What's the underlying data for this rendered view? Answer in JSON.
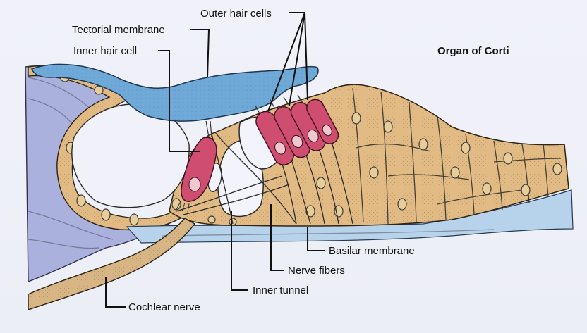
{
  "title": "Organ of Corti",
  "labels": {
    "outer_hair_cells": "Outer hair cells",
    "tectorial_membrane": "Tectorial membrane",
    "inner_hair_cell": "Inner hair cell",
    "basilar_membrane": "Basilar membrane",
    "nerve_fibers": "Nerve fibers",
    "inner_tunnel": "Inner tunnel",
    "cochlear_nerve": "Cochlear nerve"
  },
  "colors": {
    "tectorial": "#6fa9d8",
    "support_cells": "#e2bb84",
    "hair_cell": "#cf4d6e",
    "limbus": "#a9b1dc",
    "basilar": "#b7d3ec",
    "nerve": "#d7b585"
  }
}
